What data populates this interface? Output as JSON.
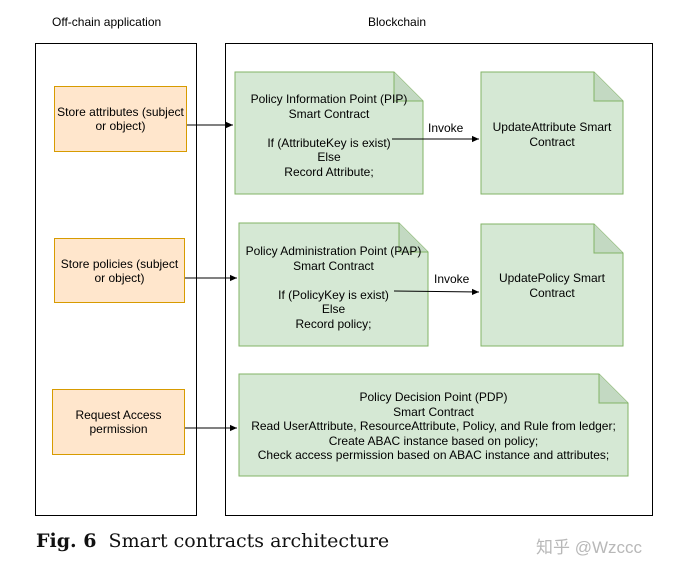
{
  "headers": {
    "offchain": "Off-chain application",
    "blockchain": "Blockchain"
  },
  "offchain": {
    "store_attributes": "Store attributes (subject or object)",
    "store_policies": "Store policies (subject or object)",
    "request_access": "Request Access permission"
  },
  "pip": {
    "lines": [
      "Policy Information Point (PIP)",
      "Smart Contract",
      "",
      "If (AttributeKey is exist)",
      "Else",
      "Record Attribute;"
    ]
  },
  "pap": {
    "lines": [
      "Policy Administration Point (PAP)",
      "Smart Contract",
      "",
      "If (PolicyKey is exist)",
      "Else",
      "Record policy;"
    ]
  },
  "pdp": {
    "lines": [
      "Policy Decision Point (PDP)",
      "Smart Contract",
      "Read UserAttribute, ResourceAttribute, Policy, and Rule from ledger;",
      "Create ABAC instance based on policy;",
      "Check access permission based on ABAC instance and attributes;"
    ]
  },
  "update_attribute": "UpdateAttribute Smart Contract",
  "update_policy": "UpdatePolicy Smart Contract",
  "edges": {
    "invoke_1": "Invoke",
    "invoke_2": "Invoke"
  },
  "caption": {
    "label": "Fig. 6",
    "text": "Smart contracts architecture"
  },
  "watermark": "知乎 @Wzccc",
  "colors": {
    "note_fill": "#d5e8d4",
    "note_stroke": "#82b366",
    "box_fill": "#ffe6cc",
    "box_stroke": "#d79b00"
  }
}
